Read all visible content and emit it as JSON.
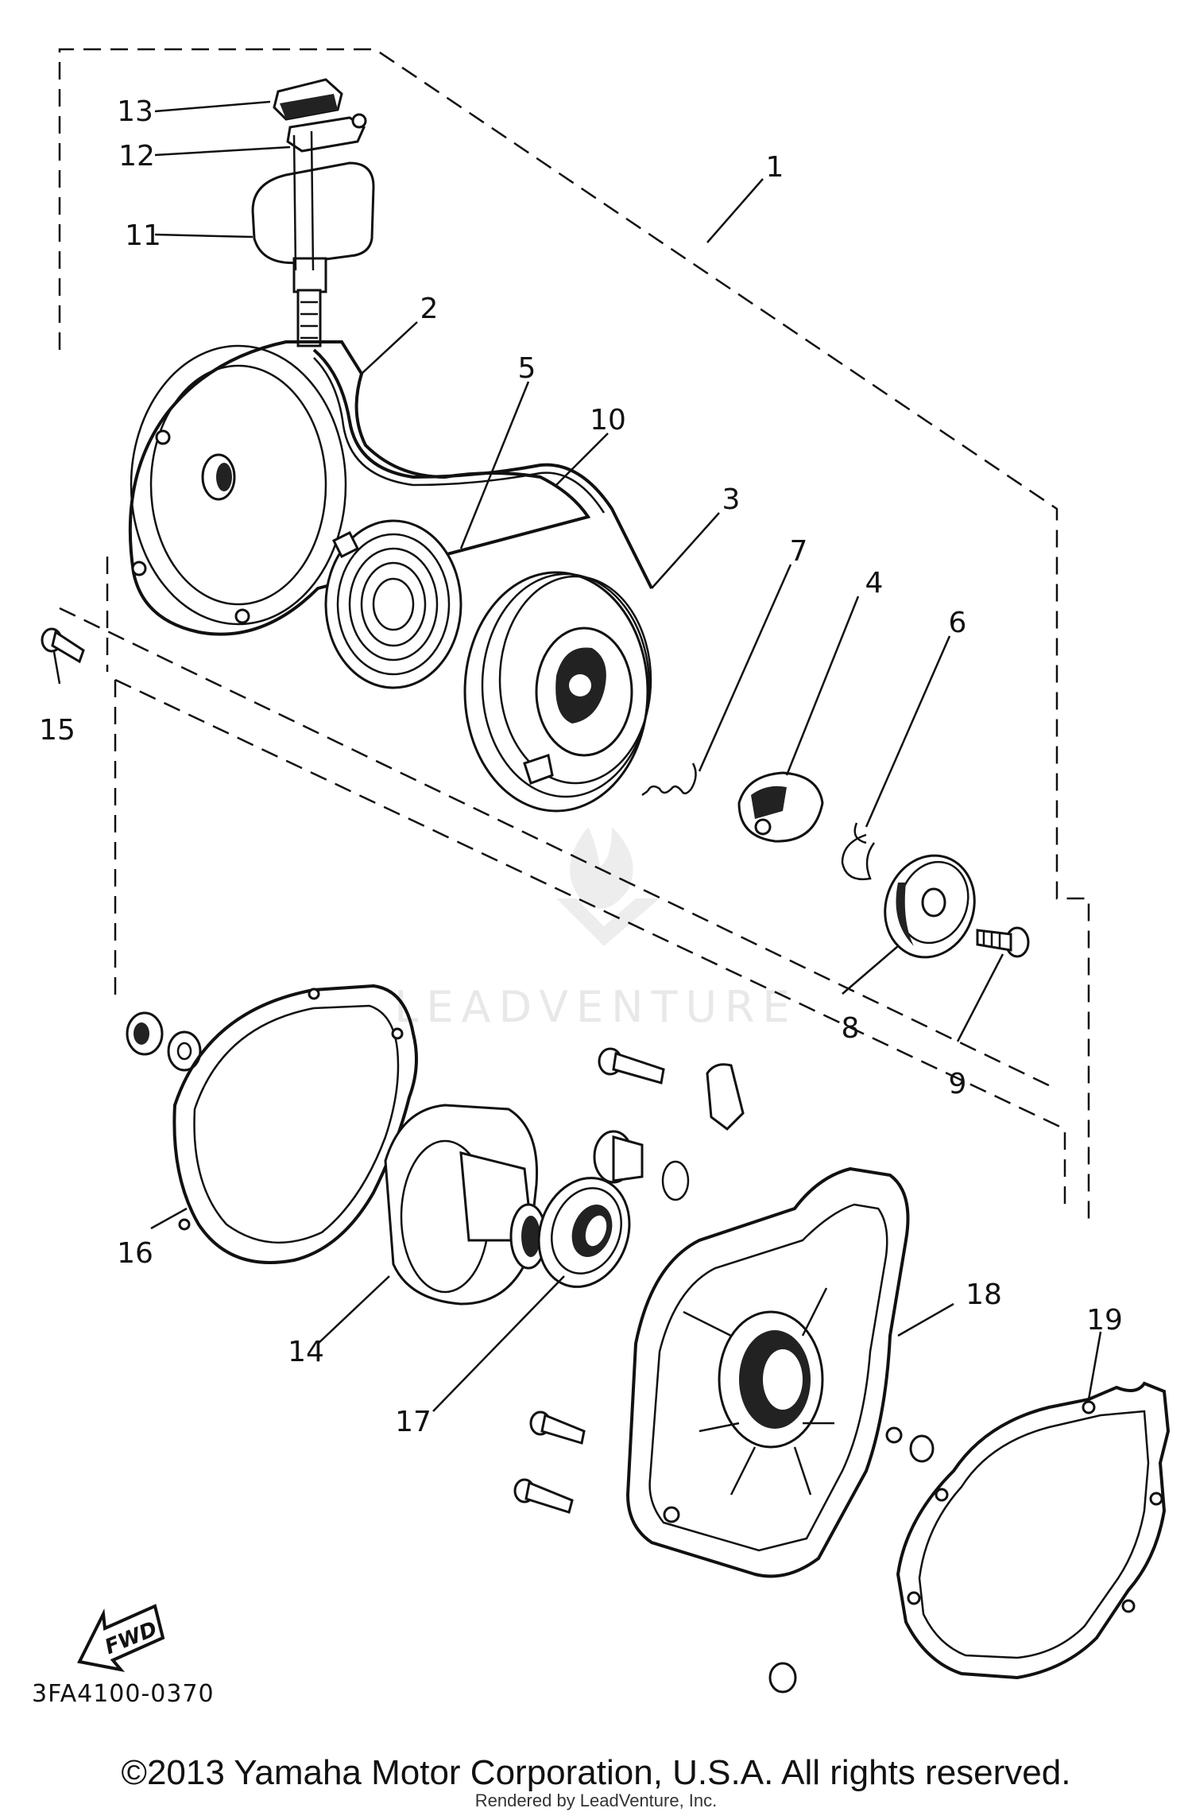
{
  "callouts": {
    "c1": "1",
    "c2": "2",
    "c3": "3",
    "c4": "4",
    "c5": "5",
    "c6": "6",
    "c7": "7",
    "c8": "8",
    "c9": "9",
    "c10": "10",
    "c11": "11",
    "c12": "12",
    "c13": "13",
    "c14": "14",
    "c15": "15",
    "c16": "16",
    "c17": "17",
    "c18": "18",
    "c19": "19"
  },
  "drawing_code": "3FA4100-0370",
  "fwd_label": "FWD",
  "watermark": "LEADVENTURE",
  "copyright": "©2013 Yamaha Motor Corporation, U.S.A. All rights reserved.",
  "rendered_by": "Rendered by LeadVenture, Inc."
}
